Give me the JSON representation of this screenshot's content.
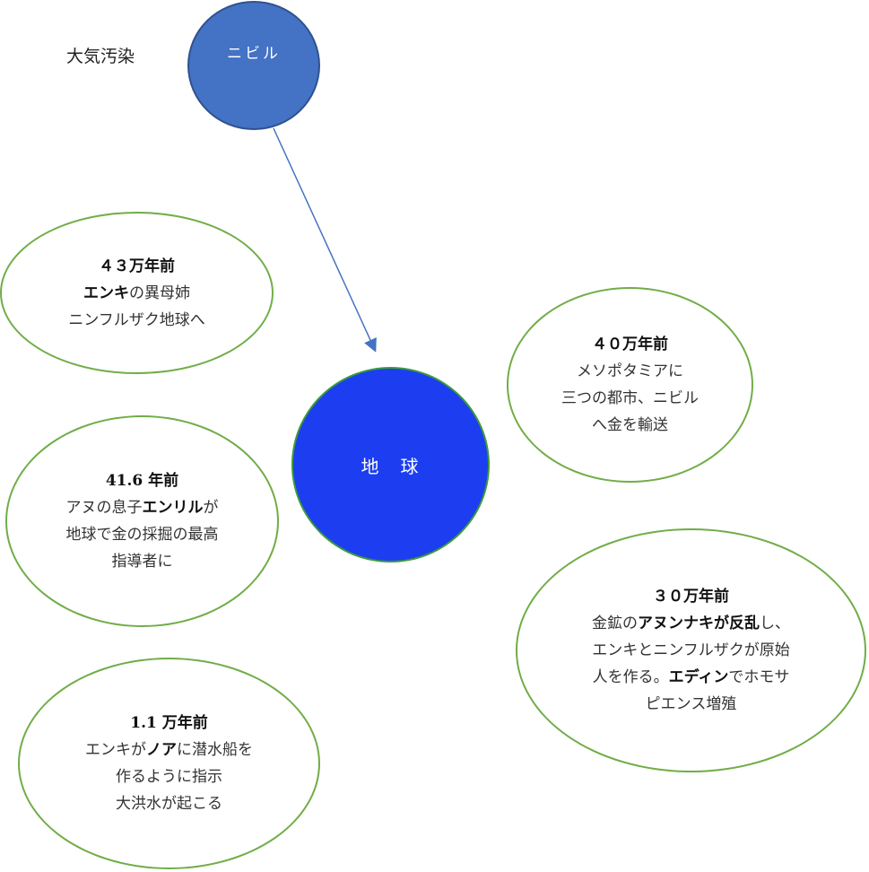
{
  "caption": "大気汚染",
  "nibiru": {
    "label": "ニビル"
  },
  "earth": {
    "label": "地　球"
  },
  "colors": {
    "nibiru_fill": "#4472c4",
    "earth_fill": "#1c3ef0",
    "ellipse_border": "#70ad47",
    "arrow": "#4472c4"
  },
  "events": {
    "e430k": {
      "time": "４３万年前",
      "line1_bold": "エンキ",
      "line1_rest": "の異母姉",
      "line2": "ニンフルザク地球へ"
    },
    "e416k": {
      "time": "41.6 年前",
      "line1_pre": "アヌの息子",
      "line1_bold": "エンリル",
      "line1_post": "が",
      "line2": "地球で金の採掘の最高",
      "line3": "指導者に"
    },
    "e11k": {
      "time": "1.1 万年前",
      "line1_pre": "エンキが",
      "line1_bold": "ノア",
      "line1_post": "に潜水船を",
      "line2": "作るように指示",
      "line3": "大洪水が起こる"
    },
    "e400k": {
      "time": "４０万年前",
      "line1": "メソポタミアに",
      "line2": "三つの都市、ニビル",
      "line3": "へ金を輸送"
    },
    "e300k": {
      "time": "３０万年前",
      "line1_pre": "金鉱の",
      "line1_bold": "アヌンナキが反乱",
      "line1_post": "し、",
      "line2": "エンキとニンフルザクが原始",
      "line3_pre": "人を作る。",
      "line3_bold": "エディン",
      "line3_post": "でホモサ",
      "line4": "ピエンス増殖"
    }
  }
}
